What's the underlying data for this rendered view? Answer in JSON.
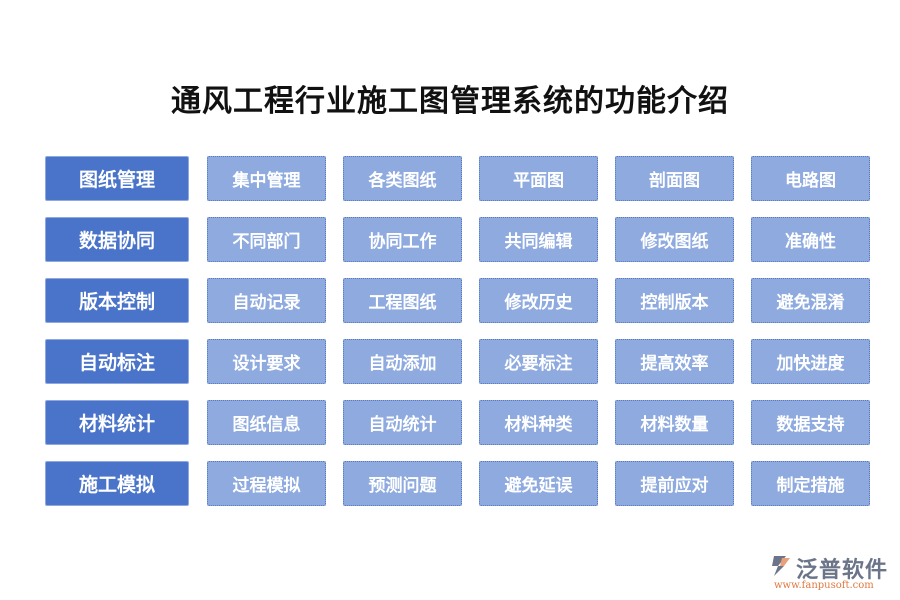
{
  "title": "通风工程行业施工图管理系统的功能介绍",
  "rows": [
    {
      "category": "图纸管理",
      "items": [
        "集中管理",
        "各类图纸",
        "平面图",
        "剖面图",
        "电路图"
      ]
    },
    {
      "category": "数据协同",
      "items": [
        "不同部门",
        "协同工作",
        "共同编辑",
        "修改图纸",
        "准确性"
      ]
    },
    {
      "category": "版本控制",
      "items": [
        "自动记录",
        "工程图纸",
        "修改历史",
        "控制版本",
        "避免混淆"
      ]
    },
    {
      "category": "自动标注",
      "items": [
        "设计要求",
        "自动添加",
        "必要标注",
        "提高效率",
        "加快进度"
      ]
    },
    {
      "category": "材料统计",
      "items": [
        "图纸信息",
        "自动统计",
        "材料种类",
        "材料数量",
        "数据支持"
      ]
    },
    {
      "category": "施工模拟",
      "items": [
        "过程模拟",
        "预测问题",
        "避免延误",
        "提前应对",
        "制定措施"
      ]
    }
  ],
  "logo": {
    "name": "泛普软件",
    "url": "www.fanpusoft.com"
  },
  "colors": {
    "category": "#4a74c9",
    "item": "#8eaadf"
  }
}
